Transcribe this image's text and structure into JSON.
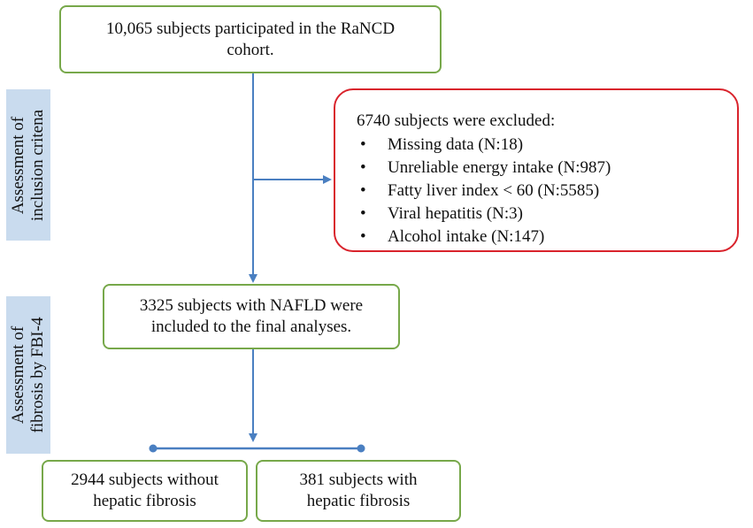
{
  "nodes": {
    "cohort": {
      "line1": "10,065 subjects participated in the RaNCD",
      "line2": "cohort."
    },
    "exclusion": {
      "title": "6740 subjects were excluded:",
      "items": [
        {
          "bullet": "•",
          "label": "Missing data (N:18)"
        },
        {
          "bullet": "•",
          "label": "Unreliable energy intake (N:987)"
        },
        {
          "bullet": "•",
          "label": "Fatty liver index < 60 (N:5585)"
        },
        {
          "bullet": "•",
          "label": "Viral hepatitis (N:3)"
        },
        {
          "bullet": "•",
          "label": "Alcohol intake (N:147)"
        }
      ]
    },
    "included": {
      "line1": "3325 subjects with NAFLD were",
      "line2": "included to the final analyses."
    },
    "without_fibrosis": {
      "line1": "2944 subjects without",
      "line2": "hepatic fibrosis"
    },
    "with_fibrosis": {
      "line1": "381 subjects with",
      "line2": "hepatic fibrosis"
    }
  },
  "stages": {
    "inclusion": {
      "line1": "Assessment of",
      "line2": "inclusion critena"
    },
    "fibrosis": {
      "line1": "Assessment of",
      "line2": "fibrosis by FBI-4"
    }
  },
  "colors": {
    "box_border": "#77a84a",
    "exclusion_border": "#d9232c",
    "connector": "#4a7fc1",
    "stage_fill": "#c9dbee"
  }
}
